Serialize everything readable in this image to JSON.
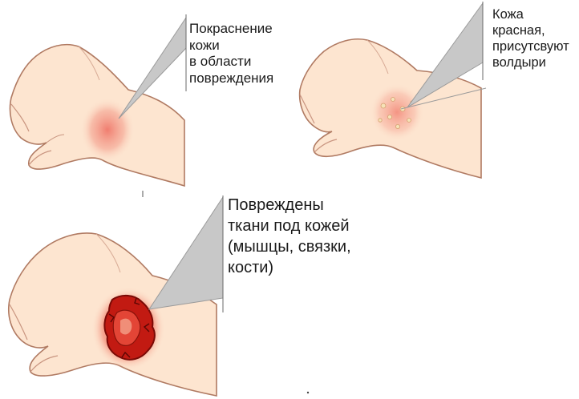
{
  "captions": {
    "stage1": "Покраснение кожи\nв области\nповреждения",
    "stage2": "Кожа красная,\nприсутсвуют\nволдыри",
    "stage3": "Повреждены\nткани под кожей\n(мышцы, связки,\nкости)"
  },
  "colors": {
    "skin": "#fde5d0",
    "skin_shadow": "#e6b8a0",
    "outline": "#b07a62",
    "redness": "#f07a6a",
    "wound": "#c21a12",
    "pointer": "#c8c8c8",
    "pointer_stroke": "#9a9a9a"
  },
  "icons": [
    "burn-stage-1-hand",
    "burn-stage-2-hand",
    "burn-stage-3-hand"
  ]
}
